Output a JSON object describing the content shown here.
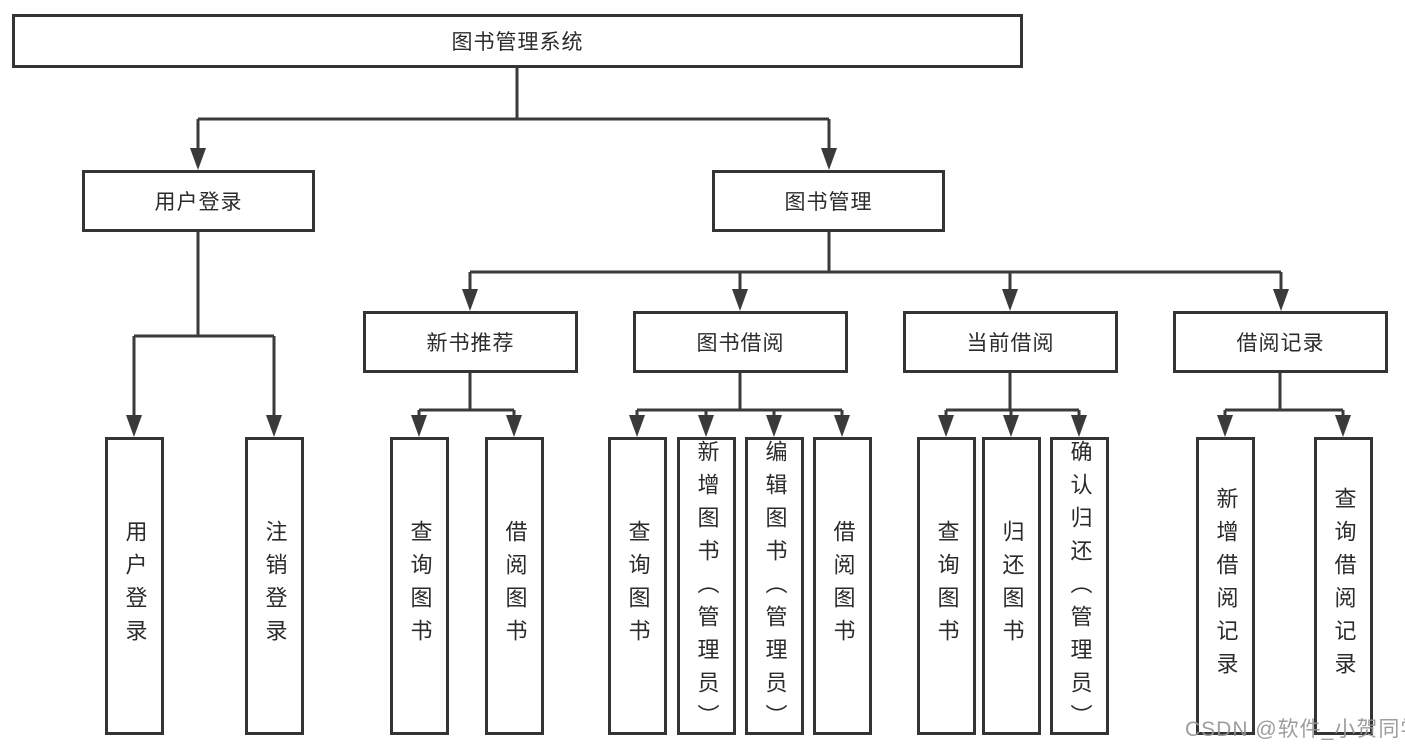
{
  "diagram": {
    "title": "图书管理系统",
    "nodes": {
      "root": {
        "label": "图书管理系统"
      },
      "user_login": {
        "label": "用户登录"
      },
      "book_mgmt": {
        "label": "图书管理"
      },
      "new_book_rec": {
        "label": "新书推荐"
      },
      "book_borrow": {
        "label": "图书借阅"
      },
      "current_borrow": {
        "label": "当前借阅"
      },
      "borrow_record": {
        "label": "借阅记录"
      },
      "leaf_user_login": {
        "label": "用户登录"
      },
      "leaf_logout": {
        "label": "注销登录"
      },
      "leaf_rec_query": {
        "label": "查询图书"
      },
      "leaf_rec_borrow": {
        "label": "借阅图书"
      },
      "leaf_bb_query": {
        "label": "查询图书"
      },
      "leaf_bb_add": {
        "label": "新增图书（管理员）"
      },
      "leaf_bb_edit": {
        "label": "编辑图书（管理员）"
      },
      "leaf_bb_borrow": {
        "label": "借阅图书"
      },
      "leaf_cb_query": {
        "label": "查询图书"
      },
      "leaf_cb_return": {
        "label": "归还图书"
      },
      "leaf_cb_confirm": {
        "label": "确认归还（管理员）"
      },
      "leaf_br_add": {
        "label": "新增借阅记录"
      },
      "leaf_br_query": {
        "label": "查询借阅记录"
      }
    },
    "colors": {
      "line": "#3a3a3a",
      "box_border": "#343434",
      "box_fill": "#ffffff",
      "text": "#2b2b2b",
      "background": "#ffffff",
      "watermark": "#969696"
    }
  },
  "watermark": {
    "text": "CSDN @软件_小贺同学"
  }
}
